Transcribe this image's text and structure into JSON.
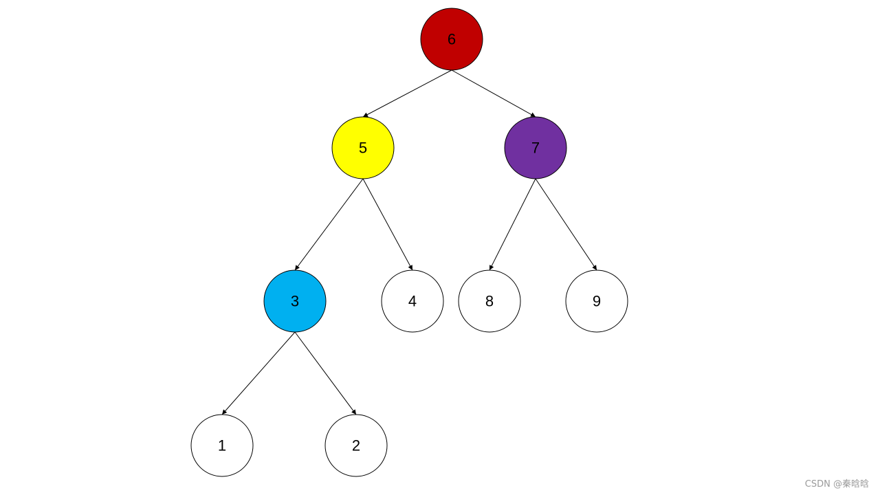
{
  "tree": {
    "nodes": [
      {
        "id": "6",
        "label": "6",
        "fill": "#c00000",
        "level": 0
      },
      {
        "id": "5",
        "label": "5",
        "fill": "#ffff00",
        "level": 1
      },
      {
        "id": "7",
        "label": "7",
        "fill": "#7030a0",
        "level": 1
      },
      {
        "id": "3",
        "label": "3",
        "fill": "#00b0f0",
        "level": 2
      },
      {
        "id": "4",
        "label": "4",
        "fill": "#ffffff",
        "level": 2
      },
      {
        "id": "8",
        "label": "8",
        "fill": "#ffffff",
        "level": 2
      },
      {
        "id": "9",
        "label": "9",
        "fill": "#ffffff",
        "level": 2
      },
      {
        "id": "1",
        "label": "1",
        "fill": "#ffffff",
        "level": 3
      },
      {
        "id": "2",
        "label": "2",
        "fill": "#ffffff",
        "level": 3
      }
    ],
    "edges": [
      {
        "from": "6",
        "to": "5"
      },
      {
        "from": "6",
        "to": "7"
      },
      {
        "from": "5",
        "to": "3"
      },
      {
        "from": "5",
        "to": "4"
      },
      {
        "from": "7",
        "to": "8"
      },
      {
        "from": "7",
        "to": "9"
      },
      {
        "from": "3",
        "to": "1"
      },
      {
        "from": "3",
        "to": "2"
      }
    ]
  },
  "watermark": "CSDN @秦晗晗"
}
